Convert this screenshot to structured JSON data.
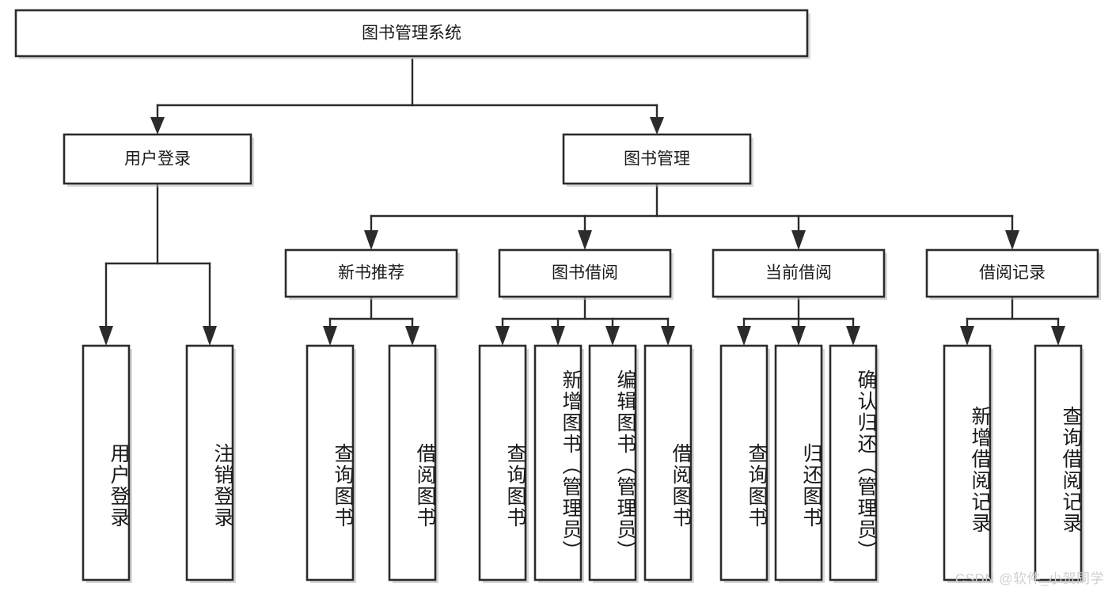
{
  "diagram": {
    "title": "图书管理系统",
    "watermark": "CSDN @软件_小贺同学",
    "type": "tree-hierarchy",
    "colors": {
      "box_stroke": "#2b2b2b",
      "box_fill": "#ffffff",
      "edge": "#2b2b2b",
      "background": "#ffffff",
      "watermark": "#cfcfcf"
    },
    "root": {
      "label": "图书管理系统"
    },
    "level2": [
      {
        "label": "用户登录"
      },
      {
        "label": "图书管理"
      }
    ],
    "level3": [
      {
        "label": "新书推荐"
      },
      {
        "label": "图书借阅"
      },
      {
        "label": "当前借阅"
      },
      {
        "label": "借阅记录"
      }
    ],
    "leaves": {
      "user_login": [
        {
          "label": "用户登录"
        },
        {
          "label": "注销登录"
        }
      ],
      "new_book_recommend": [
        {
          "label": "查询图书"
        },
        {
          "label": "借阅图书"
        }
      ],
      "book_borrow": [
        {
          "label": "查询图书"
        },
        {
          "label": "新增图书（管理员）"
        },
        {
          "label": "编辑图书（管理员）"
        },
        {
          "label": "借阅图书"
        }
      ],
      "current_borrow": [
        {
          "label": "查询图书"
        },
        {
          "label": "归还图书"
        },
        {
          "label": "确认归还（管理员）"
        }
      ],
      "borrow_record": [
        {
          "label": "新增借阅记录"
        },
        {
          "label": "查询借阅记录"
        }
      ]
    }
  }
}
